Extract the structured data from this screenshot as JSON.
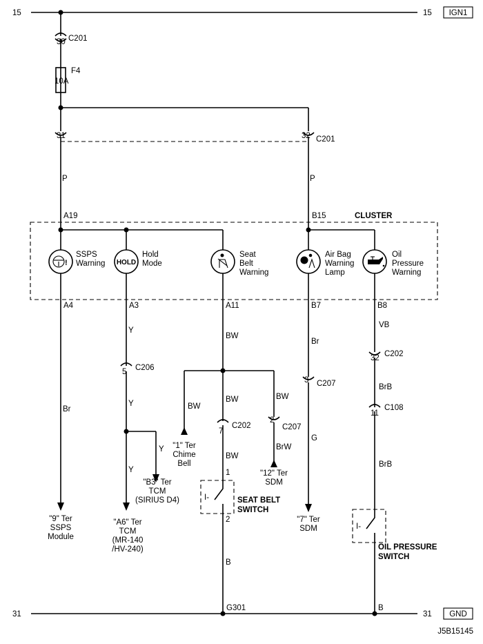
{
  "top": {
    "left_num": "15",
    "right_num": "15",
    "bus_label": "IGN1"
  },
  "bottom": {
    "left_num": "31",
    "right_num": "31",
    "bus_label": "GND",
    "ground_label": "G301",
    "right_pin": "B"
  },
  "figure_id": "J5B15145",
  "fuse": {
    "name": "F4",
    "rating": "10A"
  },
  "connectors": {
    "c201_top": {
      "pin": "30",
      "name": "C201"
    },
    "c201_left_pin": "31",
    "c201_right": {
      "pin": "32",
      "name": "C201"
    },
    "c206": {
      "pin": "5",
      "name": "C206"
    },
    "c202_seat": {
      "pin": "7",
      "name": "C202"
    },
    "c207_left": {
      "pin": "2",
      "name": "C207"
    },
    "c207_right": {
      "pin": "3",
      "name": "C207"
    },
    "c202_oil": {
      "pin": "32",
      "name": "C202"
    },
    "c108": {
      "pin": "11",
      "name": "C108"
    }
  },
  "wires": {
    "p_left": "P",
    "p_right": "P",
    "br_sps": "Br",
    "y1": "Y",
    "y2": "Y",
    "y_branch": "Y",
    "y3": "Y",
    "bw_main": "BW",
    "bw_left": "BW",
    "bw_mid": "BW",
    "bw_right": "BW",
    "bw_lower": "BW",
    "brw": "BrW",
    "b_lower": "B",
    "br_airbag": "Br",
    "g_airbag": "G",
    "vb": "VB",
    "brb1": "BrB",
    "brb2": "BrB"
  },
  "cluster": {
    "title": "CLUSTER",
    "pin_a19": "A19",
    "pin_b15": "B15",
    "pin_a4": "A4",
    "pin_a3": "A3",
    "pin_a11": "A11",
    "pin_b7": "B7",
    "pin_b8": "B8",
    "items": [
      {
        "line1": "SSPS",
        "line2": "Warning",
        "line3": ""
      },
      {
        "line1": "Hold",
        "line2": "Mode",
        "line3": "",
        "icon_text": "HOLD"
      },
      {
        "line1": "Seat",
        "line2": "Belt",
        "line3": "Warning"
      },
      {
        "line1": "Air Bag",
        "line2": "Warning",
        "line3": "Lamp"
      },
      {
        "line1": "Oil",
        "line2": "Pressure",
        "line3": "Warning"
      }
    ]
  },
  "destinations": {
    "ssps": [
      "\"9\" Ter",
      "SSPS",
      "Module"
    ],
    "tcm_a6": [
      "\"A6\" Ter",
      "TCM",
      "(MR-140",
      "/HV-240)"
    ],
    "tcm_b3": [
      "\"B3\" Ter",
      "TCM",
      "(SIRIUS D4)"
    ],
    "chime": [
      "\"1\" Ter",
      "Chime",
      "Bell"
    ],
    "sdm12": [
      "\"12\" Ter",
      "SDM"
    ],
    "sdm7": [
      "\"7\" Ter",
      "SDM"
    ]
  },
  "switches": {
    "seat": {
      "line1": "SEAT BELT",
      "line2": "SWITCH",
      "pin_top": "1",
      "pin_bottom": "2",
      "symbol": "I-"
    },
    "oil": {
      "line1": "OIL PRESSURE",
      "line2": "SWITCH",
      "symbol": "I-"
    }
  }
}
